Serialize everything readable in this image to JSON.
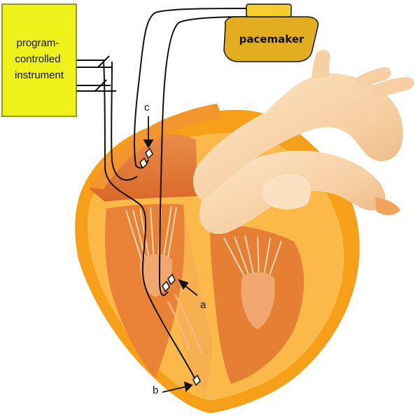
{
  "instrument": {
    "lines": [
      "program-",
      "controlled",
      "instrument"
    ],
    "fill": "#eef21a",
    "stroke": "#9a9a1a"
  },
  "pacemaker": {
    "label": "pacemaker",
    "body_fill": "#e2ad1f",
    "top_fill": "#f6cc2e"
  },
  "labels": {
    "a": "a",
    "b": "b",
    "c": "c"
  },
  "colors": {
    "heart_outer": "#f6a01a",
    "heart_inner": "#fbb94a",
    "chamber": "#e7843a",
    "aorta": "#f6cfa2",
    "lead": "#111111"
  }
}
